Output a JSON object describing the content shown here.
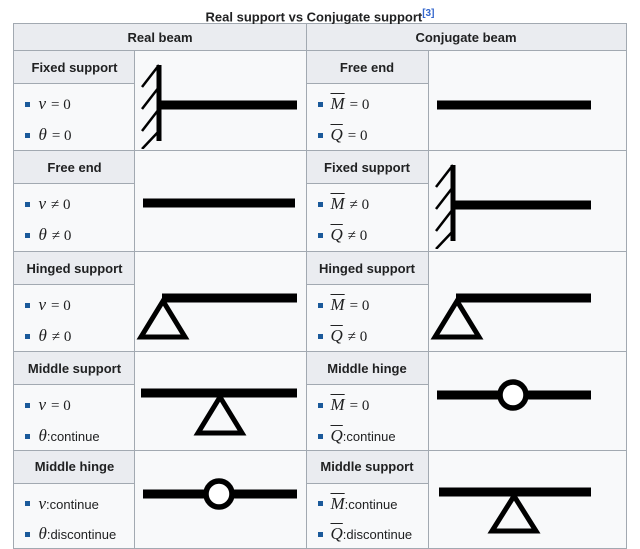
{
  "title": {
    "text": "Real support vs Conjugate support",
    "reference": "[3]"
  },
  "table": {
    "column_headers": [
      "Real beam",
      "Conjugate beam"
    ],
    "rows": [
      {
        "real": {
          "label": "Fixed support",
          "diagram": "fixed-support",
          "items": [
            {
              "sym": "v",
              "ol": false,
              "eq": "= 0",
              "txt": ""
            },
            {
              "sym": "θ",
              "ol": false,
              "eq": "= 0",
              "txt": ""
            }
          ]
        },
        "conj": {
          "label": "Free end",
          "diagram": "free-beam",
          "items": [
            {
              "sym": "M",
              "ol": true,
              "eq": "= 0",
              "txt": ""
            },
            {
              "sym": "Q",
              "ol": true,
              "eq": "= 0",
              "txt": ""
            }
          ]
        }
      },
      {
        "real": {
          "label": "Free end",
          "diagram": "free-beam",
          "items": [
            {
              "sym": "v",
              "ol": false,
              "eq": "≠ 0",
              "txt": ""
            },
            {
              "sym": "θ",
              "ol": false,
              "eq": "≠ 0",
              "txt": ""
            }
          ]
        },
        "conj": {
          "label": "Fixed support",
          "diagram": "fixed-support",
          "items": [
            {
              "sym": "M",
              "ol": true,
              "eq": "≠ 0",
              "txt": ""
            },
            {
              "sym": "Q",
              "ol": true,
              "eq": "≠ 0",
              "txt": ""
            }
          ]
        }
      },
      {
        "real": {
          "label": "Hinged support",
          "diagram": "hinged-support",
          "items": [
            {
              "sym": "v",
              "ol": false,
              "eq": "= 0",
              "txt": ""
            },
            {
              "sym": "θ",
              "ol": false,
              "eq": "≠ 0",
              "txt": ""
            }
          ]
        },
        "conj": {
          "label": "Hinged support",
          "diagram": "hinged-support",
          "items": [
            {
              "sym": "M",
              "ol": true,
              "eq": "= 0",
              "txt": ""
            },
            {
              "sym": "Q",
              "ol": true,
              "eq": "≠ 0",
              "txt": ""
            }
          ]
        }
      },
      {
        "real": {
          "label": "Middle support",
          "diagram": "middle-support",
          "items": [
            {
              "sym": "v",
              "ol": false,
              "eq": "= 0",
              "txt": ""
            },
            {
              "sym": "θ",
              "ol": false,
              "eq": "",
              "txt": ":continue"
            }
          ]
        },
        "conj": {
          "label": "Middle hinge",
          "diagram": "middle-hinge",
          "items": [
            {
              "sym": "M",
              "ol": true,
              "eq": "= 0",
              "txt": ""
            },
            {
              "sym": "Q",
              "ol": true,
              "eq": "",
              "txt": ":continue"
            }
          ]
        }
      },
      {
        "real": {
          "label": "Middle hinge",
          "diagram": "middle-hinge",
          "items": [
            {
              "sym": "v",
              "ol": false,
              "eq": "",
              "txt": ":continue"
            },
            {
              "sym": "θ",
              "ol": false,
              "eq": "",
              "txt": ":discontinue"
            }
          ]
        },
        "conj": {
          "label": "Middle support",
          "diagram": "middle-support",
          "items": [
            {
              "sym": "M",
              "ol": true,
              "eq": "",
              "txt": ":continue"
            },
            {
              "sym": "Q",
              "ol": true,
              "eq": "",
              "txt": ":discontinue"
            }
          ]
        }
      }
    ]
  },
  "colors": {
    "link_blue": "#3366cc",
    "bullet_blue": "#1b5a9a",
    "header_bg": "#eaecf0",
    "cell_bg": "#f8f9fa",
    "border": "#a2a9b1",
    "diagram_black": "#000000",
    "text": "#202122"
  }
}
